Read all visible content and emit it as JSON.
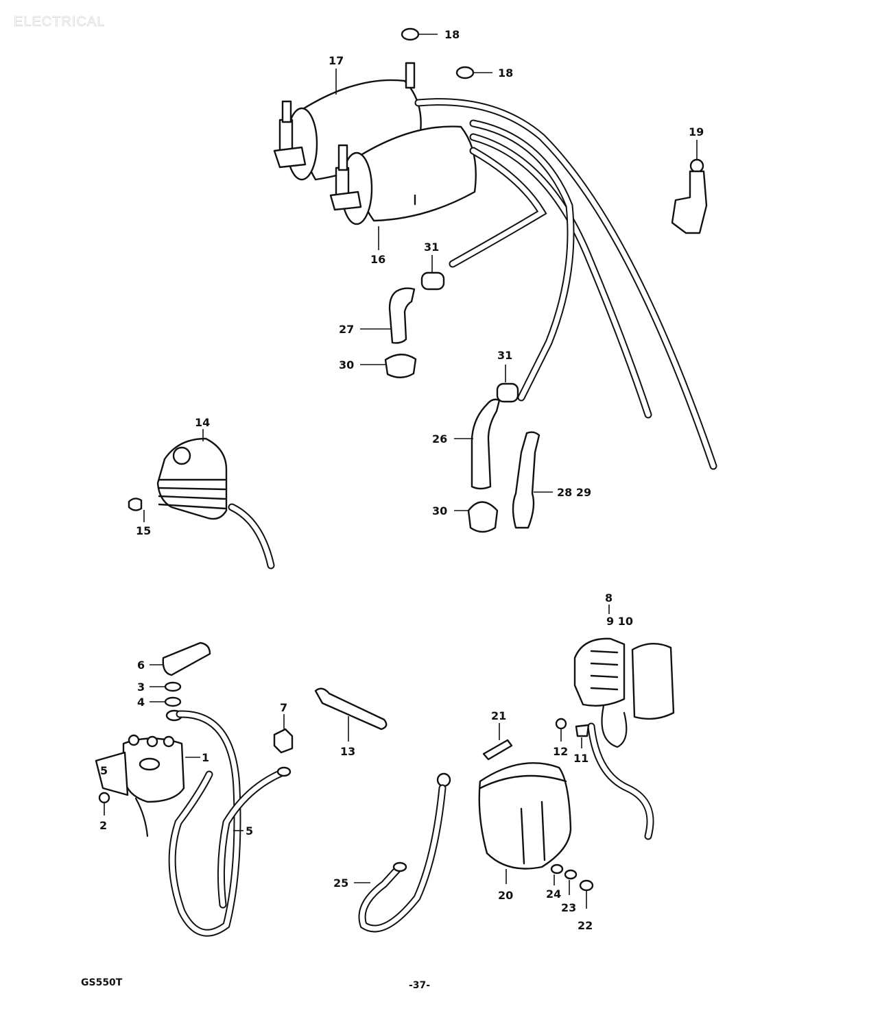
{
  "header": {
    "section": "ELECTRICAL"
  },
  "footer": {
    "model": "GS550T",
    "page": "-37-"
  },
  "callouts": {
    "c1": "1",
    "c2": "2",
    "c3": "3",
    "c4": "4",
    "c5a": "5",
    "c5b": "5",
    "c6": "6",
    "c7": "7",
    "c8": "8",
    "c9_10": "9 10",
    "c11": "11",
    "c12": "12",
    "c13": "13",
    "c14": "14",
    "c15": "15",
    "c16": "16",
    "c17": "17",
    "c18a": "18",
    "c18b": "18",
    "c19a": "19",
    "c20": "20",
    "c21": "21",
    "c22": "22",
    "c23": "23",
    "c24": "24",
    "c25": "25",
    "c26": "26",
    "c27": "27",
    "c28_29": "28 29",
    "c30a": "30",
    "c30b": "30",
    "c31a": "31",
    "c31b": "31"
  }
}
